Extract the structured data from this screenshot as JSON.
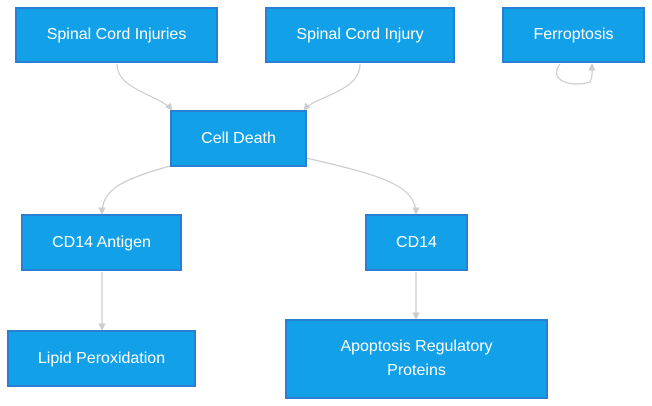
{
  "nodes": {
    "spinal_cord_injuries": "Spinal Cord Injuries",
    "spinal_cord_injury": "Spinal Cord Injury",
    "ferroptosis": "Ferroptosis",
    "cell_death": "Cell Death",
    "cd14_antigen": "CD14 Antigen",
    "cd14": "CD14",
    "lipid_peroxidation": "Lipid Peroxidation",
    "apoptosis_regulatory_proteins": "Apoptosis Regulatory Proteins"
  },
  "edges": [
    {
      "from": "spinal_cord_injuries",
      "to": "cell_death"
    },
    {
      "from": "spinal_cord_injury",
      "to": "cell_death"
    },
    {
      "from": "ferroptosis",
      "to": "ferroptosis"
    },
    {
      "from": "cell_death",
      "to": "cd14_antigen"
    },
    {
      "from": "cell_death",
      "to": "cd14"
    },
    {
      "from": "cd14_antigen",
      "to": "lipid_peroxidation"
    },
    {
      "from": "cd14",
      "to": "apoptosis_regulatory_proteins"
    }
  ],
  "colors": {
    "node_fill": "#12a0e8",
    "node_border": "#2a7fd4",
    "node_text": "#ffffff",
    "edge": "#cccccc"
  }
}
